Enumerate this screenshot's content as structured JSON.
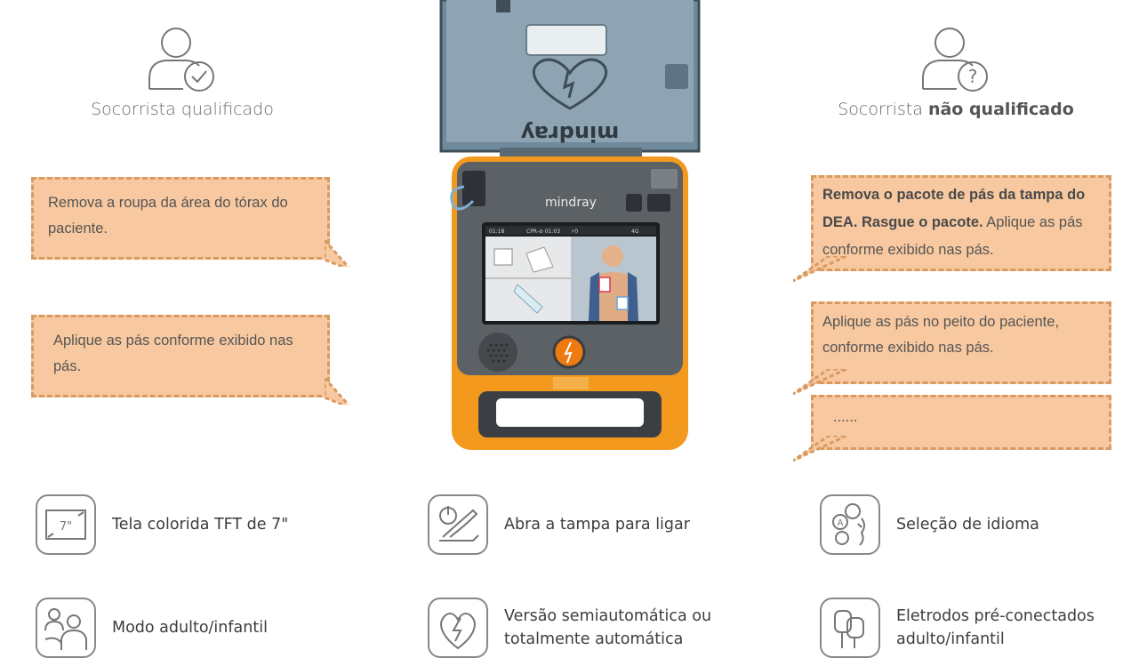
{
  "qualified": {
    "label": "Socorrista qualificado",
    "steps": [
      "Remova a roupa da área do tórax do paciente.",
      "Aplique as pás conforme exibido nas pás."
    ]
  },
  "unqualified": {
    "label_prefix": "Socorrista ",
    "label_bold": "não qualificado",
    "steps": [
      {
        "bold": "Remova o pacote de pás da tampa do DEA. Rasgue o pacote.",
        "text": " Aplique as pás conforme exibido nas pás."
      },
      {
        "bold": "",
        "text": "Aplique as pás no peito do paciente, conforme exibido nas pás."
      },
      {
        "bold": "",
        "text": "......"
      }
    ]
  },
  "device": {
    "brand": "mindray",
    "lid_brand": "mindray",
    "screen_status": [
      "01:18",
      "CPR-⊘ 01:03",
      "⚡0",
      "4G"
    ]
  },
  "features": [
    {
      "text": "Tela colorida TFT de 7\"",
      "icon": "screen-7in-icon"
    },
    {
      "text": "Abra a tampa para ligar",
      "icon": "open-lid-power-icon"
    },
    {
      "text": "Seleção de idioma",
      "icon": "language-icon"
    },
    {
      "text": "Modo adulto/infantil",
      "icon": "adult-child-icon"
    },
    {
      "text_line1": "Versão semiautomática ou",
      "text_line2": "totalmente automática",
      "icon": "shock-icon"
    },
    {
      "text_line1": "Eletrodos pré-conectados",
      "text_line2": "adulto/infantil",
      "icon": "electrodes-icon"
    }
  ],
  "colors": {
    "bubble_fill": "#f8c9a0",
    "bubble_border": "#d99a62",
    "device_orange": "#f39a1e"
  }
}
